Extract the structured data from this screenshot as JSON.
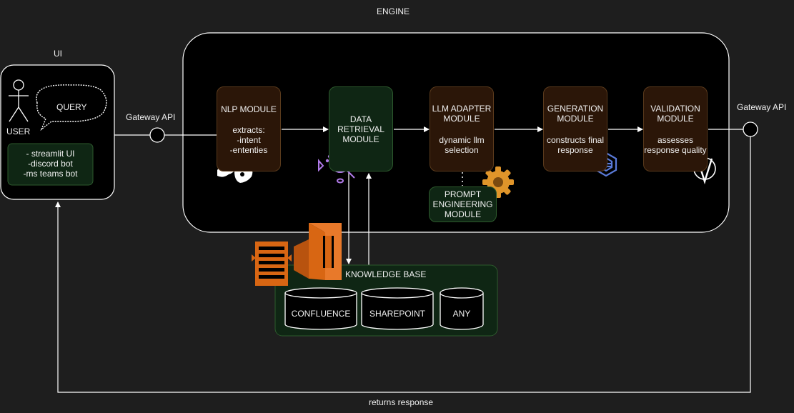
{
  "title": "ENGINE",
  "ui_panel": {
    "label": "UI",
    "user_label": "USER",
    "query_label": "QUERY",
    "clients": [
      "- streamlit UI",
      "-discord bot",
      "-ms teams bot"
    ]
  },
  "gateway_in_label": "Gateway API",
  "gateway_out_label": "Gateway API",
  "modules": {
    "nlp": {
      "title": "NLP MODULE",
      "desc": [
        "extracts:",
        "-intent",
        "-ententies"
      ]
    },
    "retrieval": {
      "title": [
        "DATA",
        "RETRIEVAL",
        "MODULE"
      ]
    },
    "llm": {
      "title": [
        "LLM ADAPTER",
        "MODULE"
      ],
      "desc": [
        "dynamic llm",
        "selection"
      ]
    },
    "prompt": {
      "title": [
        "PROMPT",
        "ENGINEERING",
        "MODULE"
      ]
    },
    "generation": {
      "title": [
        "GENERATION",
        "MODULE"
      ],
      "desc": [
        "constructs final",
        "response"
      ]
    },
    "validation": {
      "title": [
        "VALIDATION",
        "MODULE"
      ],
      "desc": [
        "assesses",
        "response quality"
      ]
    }
  },
  "knowledge_base": {
    "title": "KNOWLEDGE BASE",
    "stores": [
      "CONFLUENCE",
      "SHAREPOINT",
      "ANY"
    ]
  },
  "return_label": "returns response",
  "colors": {
    "background": "#1e1e1e",
    "engine_fill": "#000000",
    "module_brown": "#2b1608",
    "module_green": "#0f2614",
    "aws_orange": "#d86613",
    "line": "#ffffff"
  },
  "icons": [
    "user-stick-figure-icon",
    "speech-bubble-icon",
    "sign-language-icon",
    "data-search-icon",
    "gear-icon",
    "stack-logo-icon",
    "v-logo-icon",
    "aws-lambda-icon",
    "aws-queue-icon"
  ]
}
